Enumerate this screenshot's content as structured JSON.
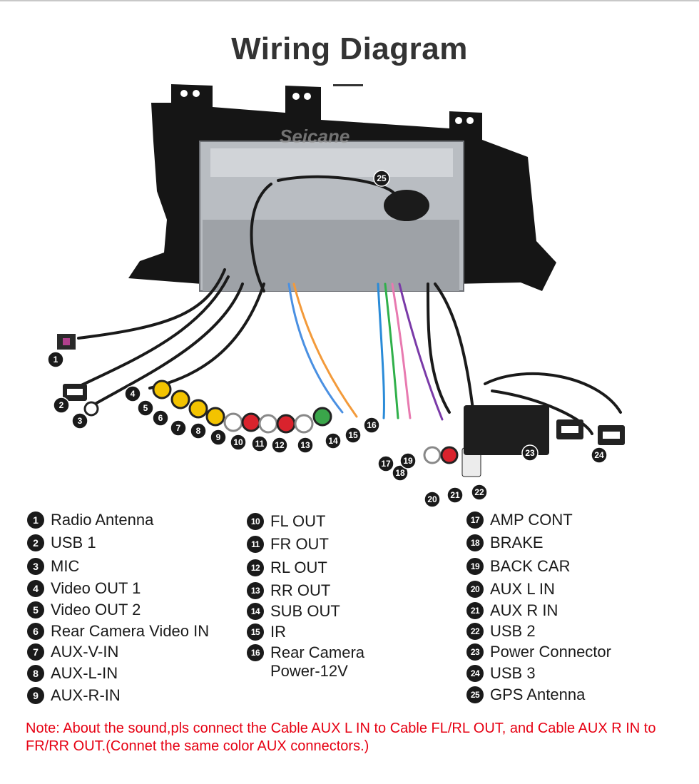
{
  "title": "Wiring Diagram",
  "watermark": "Seicane",
  "callout_numbers": [
    "1",
    "2",
    "3",
    "4",
    "5",
    "6",
    "7",
    "8",
    "9",
    "10",
    "11",
    "12",
    "13",
    "14",
    "15",
    "16",
    "17",
    "18",
    "19",
    "20",
    "21",
    "22",
    "23",
    "24",
    "25"
  ],
  "legend": {
    "col1": [
      {
        "num": "1",
        "label": "Radio Antenna"
      },
      {
        "num": "2",
        "label": "USB 1"
      },
      {
        "num": "3",
        "label": "MIC"
      },
      {
        "num": "4",
        "label": "Video OUT 1"
      },
      {
        "num": "5",
        "label": "Video OUT 2"
      },
      {
        "num": "6",
        "label": "Rear Camera Video IN"
      },
      {
        "num": "7",
        "label": "AUX-V-IN"
      },
      {
        "num": "8",
        "label": "AUX-L-IN"
      },
      {
        "num": "9",
        "label": "AUX-R-IN"
      }
    ],
    "col2": [
      {
        "num": "10",
        "label": "FL OUT"
      },
      {
        "num": "11",
        "label": "FR OUT"
      },
      {
        "num": "12",
        "label": "RL OUT"
      },
      {
        "num": "13",
        "label": "RR OUT"
      },
      {
        "num": "14",
        "label": "SUB OUT"
      },
      {
        "num": "15",
        "label": "IR"
      },
      {
        "num": "16",
        "label": "Rear Camera",
        "label2": "Power-12V"
      }
    ],
    "col3": [
      {
        "num": "17",
        "label": "AMP CONT"
      },
      {
        "num": "18",
        "label": "BRAKE"
      },
      {
        "num": "19",
        "label": "BACK CAR"
      },
      {
        "num": "20",
        "label": "AUX L IN"
      },
      {
        "num": "21",
        "label": "AUX R IN"
      },
      {
        "num": "22",
        "label": "USB 2"
      },
      {
        "num": "23",
        "label": "Power Connector"
      },
      {
        "num": "24",
        "label": "USB 3"
      },
      {
        "num": "25",
        "label": "GPS Antenna"
      }
    ]
  },
  "note": "Note: About the sound,pls connect the Cable AUX L IN to Cable FL/RL OUT, and Cable AUX R IN to  FR/RR OUT.(Connet the same color AUX connectors.)",
  "colors": {
    "badge": "#1a1a1a",
    "note": "#e60012",
    "title": "#333333"
  }
}
